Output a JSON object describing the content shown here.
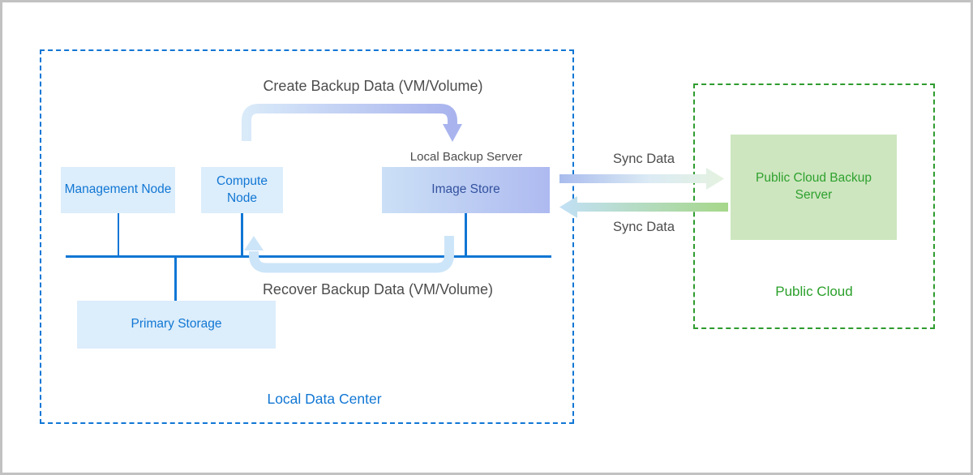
{
  "local": {
    "title": "Local Data Center",
    "nodes": {
      "management": "Management Node",
      "compute": "Compute Node",
      "image_store_title": "Local Backup Server",
      "image_store": "Image Store",
      "primary_storage": "Primary Storage"
    },
    "flows": {
      "create": "Create Backup Data (VM/Volume)",
      "recover": "Recover Backup Data (VM/Volume)"
    }
  },
  "cloud": {
    "title": "Public Cloud",
    "server": "Public Cloud Backup Server"
  },
  "sync": {
    "to_cloud": "Sync Data",
    "to_local": "Sync Data"
  },
  "colors": {
    "local_zone_border": "#1076d5",
    "cloud_zone_border": "#2e9b2e",
    "node_fill": "#dcedfb",
    "node_text": "#1177d4",
    "image_store_gradient": [
      "#cbe0f6",
      "#aebaf0"
    ],
    "image_store_text": "#33519e",
    "cloud_node_fill": "#cde6bf",
    "cloud_node_text": "#2fa12f",
    "flow_label_text": "#4d4d4d",
    "connector_line": "#1076d5",
    "recover_arrow_fill": "#cde5f8",
    "create_arrow_gradient": [
      "#d9eaf9",
      "#a9b4ee"
    ],
    "sync_to_cloud_gradient": [
      "#a9bcee",
      "#e4f2e0"
    ],
    "sync_to_local_gradient": [
      "#c2e0f6",
      "#a6d789"
    ],
    "outer_border": "#c2c2c2"
  }
}
